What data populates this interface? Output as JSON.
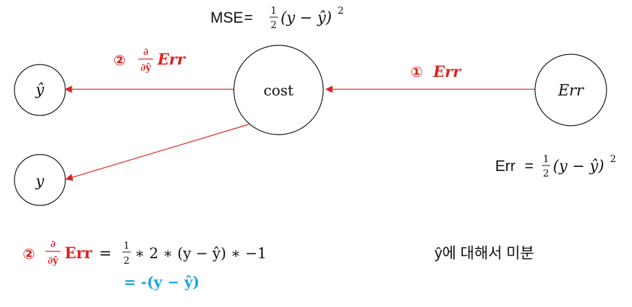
{
  "formulas": {
    "mse_prefix": "MSE",
    "mse_expr": "(y − ŷ)",
    "err_prefix": "Err",
    "err_expr": "(y − ŷ)",
    "half_num": "1",
    "half_den": "2",
    "equals": "=",
    "exponent": "2"
  },
  "nodes": {
    "yhat": "ŷ",
    "y": "y",
    "cost": "cost",
    "err": "Err"
  },
  "edges": {
    "step1_marker": "①",
    "step1_label": "Err",
    "step2_marker": "②",
    "step2_label": "Err",
    "partial_num": "∂",
    "partial_den": "∂ŷ"
  },
  "derivation": {
    "marker": "②",
    "partial_num": "∂",
    "partial_den": "∂ŷ",
    "lhs": "Err",
    "equals": "=",
    "half_num": "1",
    "half_den": "2",
    "rhs": "∗ 2 ∗ (y − ŷ) ∗ −1",
    "result": "= -(y − ŷ)",
    "note": "ŷ에 대해서 미분"
  },
  "colors": {
    "accent_red": "#e02020",
    "result_blue": "#1aa3e0",
    "stroke": "#111111"
  }
}
